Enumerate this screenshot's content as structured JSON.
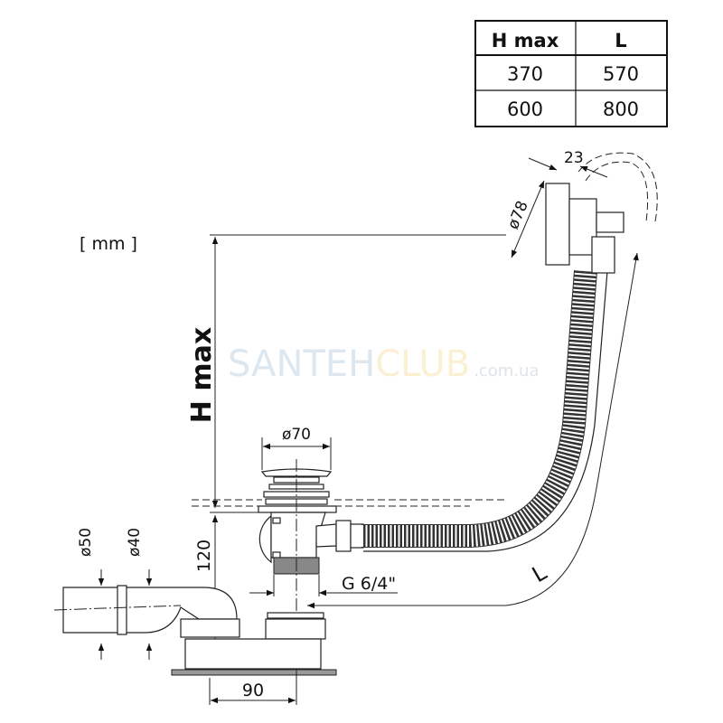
{
  "table": {
    "headers": [
      "H max",
      "L"
    ],
    "rows": [
      [
        "370",
        "570"
      ],
      [
        "600",
        "800"
      ]
    ]
  },
  "units": "[ mm ]",
  "watermark": {
    "part1": "SANTEH",
    "part2": "CLUB",
    "domain": ".com.ua"
  },
  "dimensions": {
    "h_max": "H max",
    "d70": "ø70",
    "h120": "120",
    "thread": "G 6/4\"",
    "w90": "90",
    "d50": "ø50",
    "d40": "ø40",
    "d78": "ø78",
    "w23": "23",
    "length": "L"
  }
}
